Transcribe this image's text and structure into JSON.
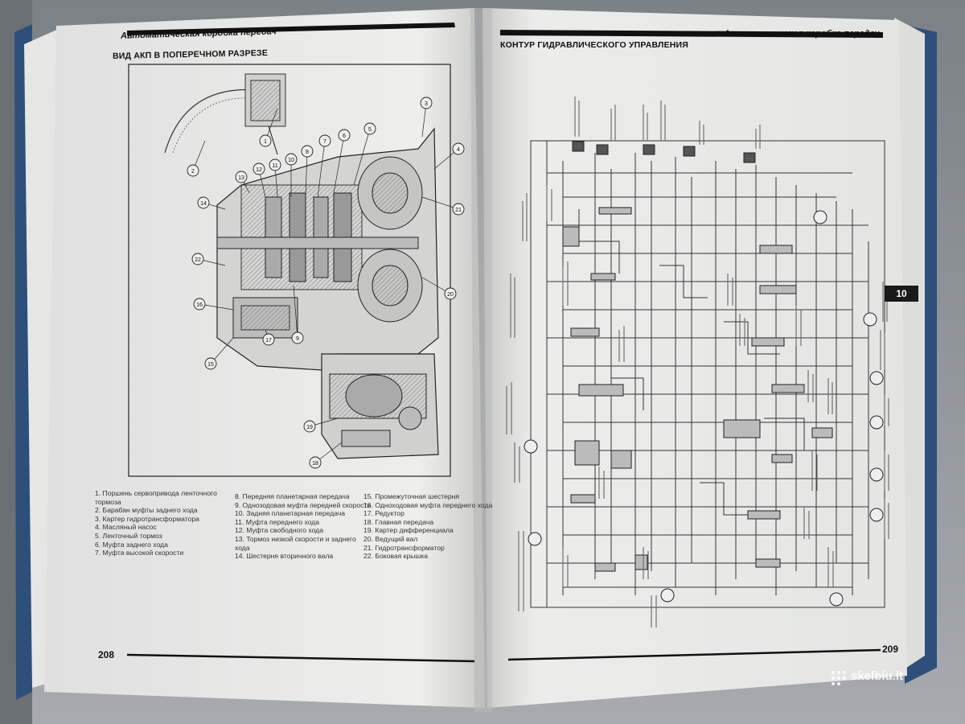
{
  "left_page": {
    "header": "Автоматическая коробка передач",
    "section_title": "ВИД АКП В ПОПЕРЕЧНОМ РАЗРЕЗЕ",
    "page_number": "208",
    "callouts": [
      "1",
      "2",
      "3",
      "4",
      "5",
      "6",
      "7",
      "8",
      "9",
      "10",
      "11",
      "12",
      "13",
      "14",
      "15",
      "16",
      "17",
      "18",
      "19",
      "20",
      "21",
      "22"
    ],
    "legend": [
      [
        "1.  Поршень сервопривода ленточного",
        "     тормоза",
        "2.  Барабан муфты заднего хода",
        "3.  Картер гидротрансформатора",
        "4.  Масляный насос",
        "5.  Ленточный тормоз",
        "6.  Муфта заднего хода",
        "7.  Муфта высокой скорости"
      ],
      [
        "8.  Передняя планетарная передача",
        "9.  Однозодовая муфта передней скорости",
        "10. Задняя планетарная передача",
        "11. Муфта переднего хода",
        "12. Муфта свободного хода",
        "13. Тормоз низкой скорости и заднего",
        "     хода",
        "14. Шестерня вторичного вала"
      ],
      [
        "15. Промежуточная шестерня",
        "16. Одноходовая муфта переднего хода",
        "17. Редуктор",
        "18. Главная передача",
        "19. Картер дифференциала",
        "20. Ведущий вал",
        "21. Гидротрансформатор",
        "22. Боковая крышка"
      ]
    ]
  },
  "right_page": {
    "header": "Автоматическая коробка передач",
    "section_title": "КОНТУР ГИДРАВЛИЧЕСКОГО УПРАВЛЕНИЯ",
    "page_number": "209",
    "chapter_tab": "10"
  },
  "watermark": "skelbiu.lt"
}
